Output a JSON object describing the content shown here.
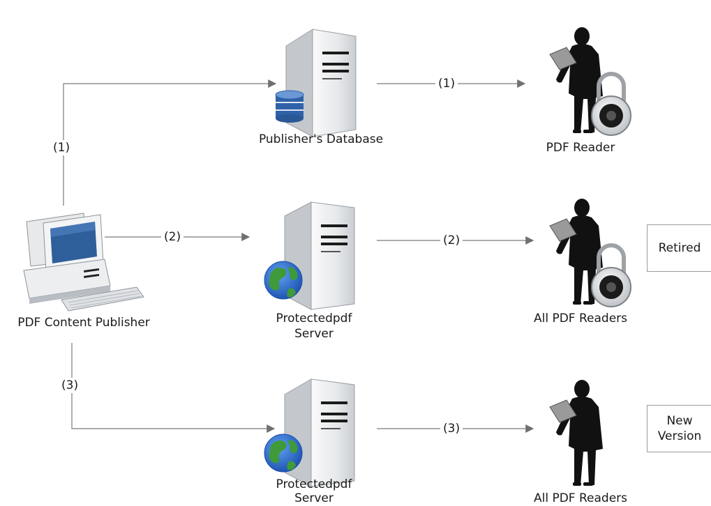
{
  "nodes": {
    "publisher": {
      "label": "PDF Content Publisher",
      "icon": "desktop-computer-icon"
    },
    "database": {
      "label": "Publisher's Database",
      "icon": "database-server-icon"
    },
    "server_retired": {
      "label_line1": "Protectedpdf",
      "label_line2": "Server",
      "icon": "web-server-icon"
    },
    "server_new": {
      "label_line1": "Protectedpdf",
      "label_line2": "Server",
      "icon": "web-server-icon"
    },
    "reader_1": {
      "label": "PDF Reader",
      "icon": "businessman-with-padlock-icon"
    },
    "reader_2": {
      "label": "All PDF Readers",
      "icon": "businessman-with-padlock-icon"
    },
    "reader_3": {
      "label": "All PDF Readers",
      "icon": "businessman-icon"
    }
  },
  "edges": {
    "publisher_to_database": "(1)",
    "database_to_reader": "(1)",
    "publisher_to_server_retired": "(2)",
    "server_retired_to_readers": "(2)",
    "publisher_to_server_new": "(3)",
    "server_new_to_readers": "(3)"
  },
  "status": {
    "retired": "Retired",
    "new_line1": "New",
    "new_line2": "Version"
  },
  "colors": {
    "line": "#7a7a7a",
    "arrowhead": "#707070",
    "silhouette": "#111111",
    "server_light": "#eef0f2",
    "server_dark": "#b9bec4",
    "database_blue": "#2f62a8",
    "globe_blue": "#2e63c4",
    "globe_green": "#3f9a3a",
    "screen_blue": "#2f5f9a"
  }
}
